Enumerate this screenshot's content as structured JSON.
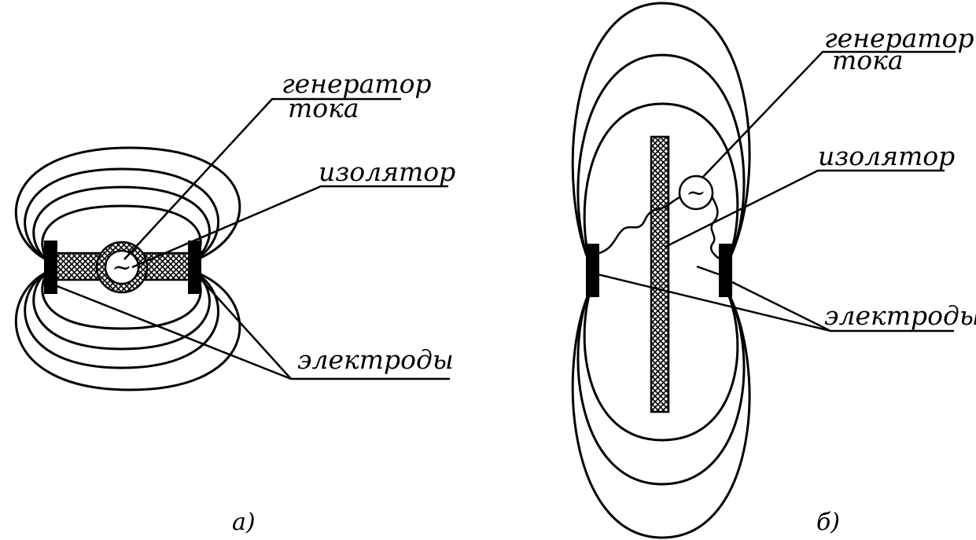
{
  "figures": [
    {
      "caption": "а)",
      "labels": {
        "generator_line1": "генератор",
        "generator_line2": "тока",
        "insulator": "изолятор",
        "electrodes": "электроды"
      }
    },
    {
      "caption": "б)",
      "labels": {
        "generator_line1": "генератор",
        "generator_line2": "тока",
        "insulator": "изолятор",
        "electrodes": "электроды"
      }
    }
  ],
  "generator_symbol": "~"
}
